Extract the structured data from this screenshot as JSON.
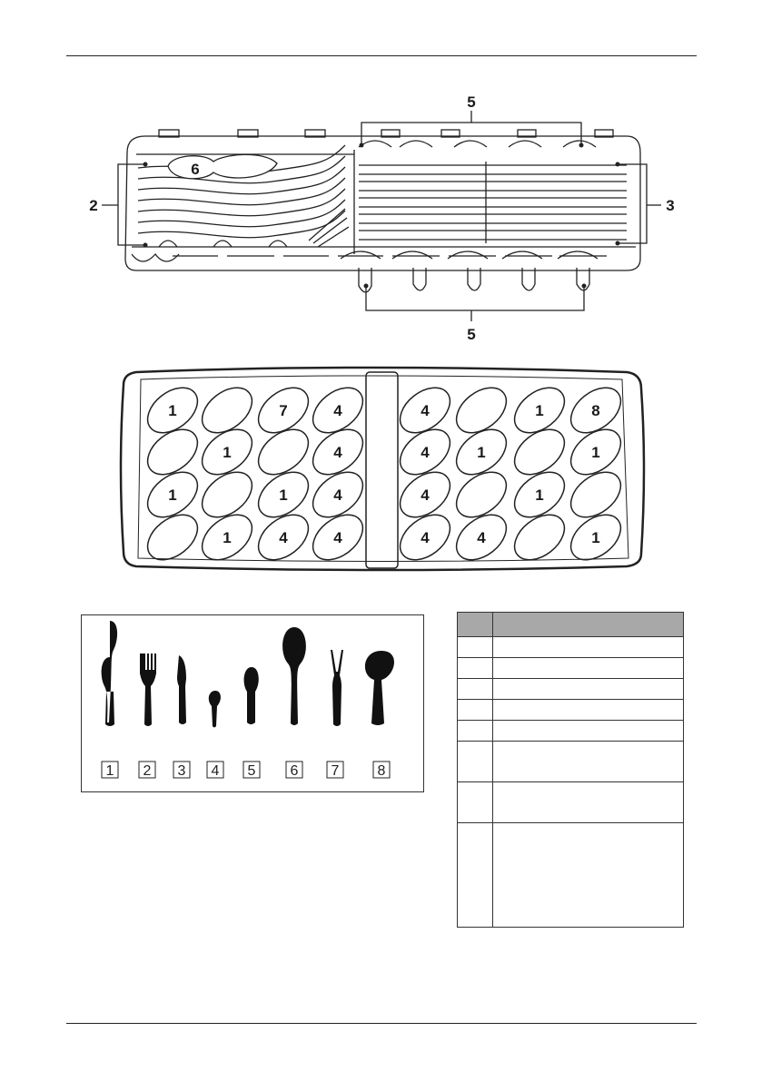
{
  "top_diagram": {
    "callout_top": "5",
    "callout_bottom": "5",
    "callout_left": "2",
    "callout_right": "3",
    "callout_spoons": "6"
  },
  "basket_ovals": [
    "1",
    "",
    "7",
    "4",
    "4",
    "",
    "1",
    "8",
    "",
    "1",
    "",
    "4",
    "4",
    "1",
    "",
    "1",
    "1",
    "",
    "1",
    "4",
    "4",
    "",
    "1",
    "",
    "",
    "1",
    "4",
    "4",
    "4",
    "4",
    "",
    "1"
  ],
  "cutlery_items": [
    {
      "icon": "table-spoon-icon",
      "number": "1"
    },
    {
      "icon": "fork-icon",
      "number": "2"
    },
    {
      "icon": "knife-icon",
      "number": "3"
    },
    {
      "icon": "tea-spoon-icon",
      "number": "4"
    },
    {
      "icon": "dessert-spoon-icon",
      "number": "5"
    },
    {
      "icon": "serving-spoon-icon",
      "number": "6"
    },
    {
      "icon": "serving-fork-icon",
      "number": "7"
    },
    {
      "icon": "ladle-icon",
      "number": "8"
    }
  ],
  "legend_table": {
    "header": [
      "",
      ""
    ],
    "rows": [
      {
        "num": "",
        "text": ""
      },
      {
        "num": "",
        "text": ""
      },
      {
        "num": "",
        "text": ""
      },
      {
        "num": "",
        "text": ""
      },
      {
        "num": "",
        "text": ""
      },
      {
        "num": "",
        "text": ""
      },
      {
        "num": "",
        "text": ""
      },
      {
        "num": "",
        "text": ""
      }
    ]
  }
}
